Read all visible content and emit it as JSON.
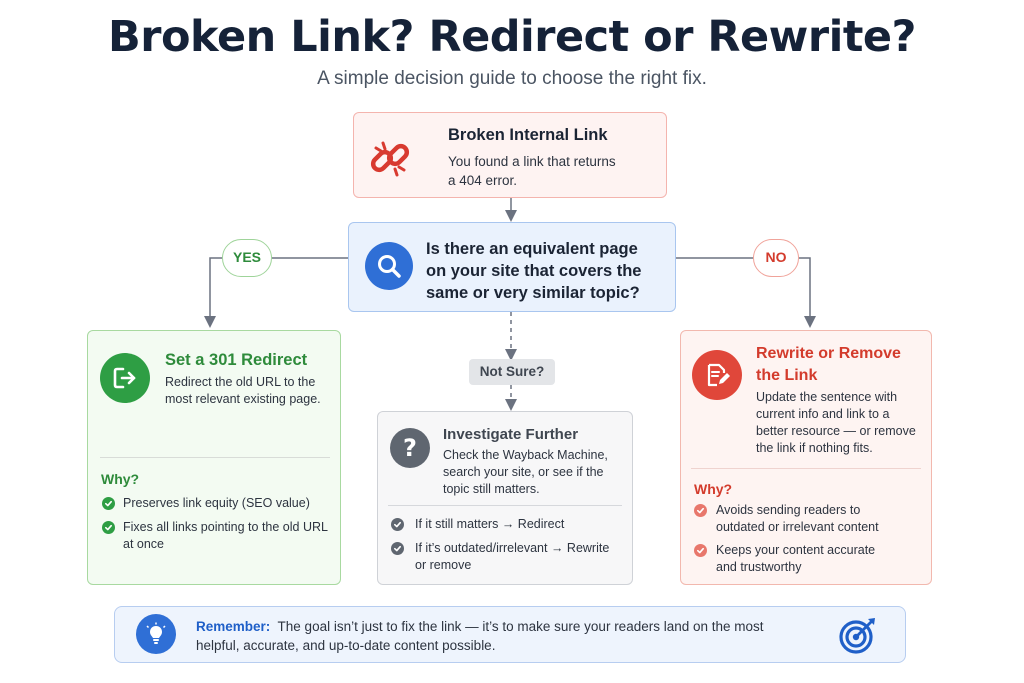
{
  "header": {
    "title": "Broken Link? Redirect or Rewrite?",
    "subtitle": "A simple decision guide to choose the right fix."
  },
  "start": {
    "title": "Broken Internal Link",
    "text_line1": "You found a link that returns",
    "text_line2": "a 404 error.",
    "icon": "broken-chain-link-icon"
  },
  "question": {
    "line1": "Is there an equivalent page",
    "line2": "on your site that covers the",
    "line3": "same or very similar topic?",
    "icon": "magnifier-icon"
  },
  "branches": {
    "yes": "YES",
    "no": "NO",
    "unsure": "Not Sure?"
  },
  "yes_box": {
    "title": "Set a 301 Redirect",
    "text_line1": "Redirect the old URL to the",
    "text_line2": "most relevant existing page.",
    "why": "Why?",
    "items": [
      {
        "line1": "Preserves link equity (SEO value)",
        "line2": ""
      },
      {
        "line1": "Fixes all links pointing to the old URL",
        "line2": "at once"
      }
    ],
    "icon": "redirect-exit-icon"
  },
  "unsure_box": {
    "title": "Investigate Further",
    "text_line1": "Check the Wayback Machine,",
    "text_line2": "search your site, or see if the",
    "text_line3": "topic still matters.",
    "items": [
      {
        "line1": "If it still matters → Redirect",
        "line2": ""
      },
      {
        "line1": "If it’s outdated/irrelevant → Rewrite",
        "line2": "or remove"
      }
    ],
    "icon": "question-mark-icon"
  },
  "no_box": {
    "title_line1": "Rewrite or Remove",
    "title_line2": "the Link",
    "text_line1": "Update the sentence with",
    "text_line2": "current info and link to a",
    "text_line3": "better resource — or remove",
    "text_line4": "the link if nothing fits.",
    "why": "Why?",
    "items": [
      {
        "line1": "Avoids sending readers to",
        "line2": "outdated or irrelevant content"
      },
      {
        "line1": "Keeps your content accurate",
        "line2": "and trustworthy"
      }
    ],
    "icon": "edit-document-icon"
  },
  "remember": {
    "label": "Remember:",
    "line1": "The goal isn’t just to fix the link — it’s to make sure your readers land on the most",
    "line2": "helpful, accurate, and up-to-date content possible.",
    "icon": "lightbulb-icon",
    "target_icon": "target-icon"
  },
  "colors": {
    "title": "#152238",
    "green": "#2e9e44",
    "red": "#e0473a",
    "blue": "#2f6fd6",
    "gray": "#5f6670"
  }
}
